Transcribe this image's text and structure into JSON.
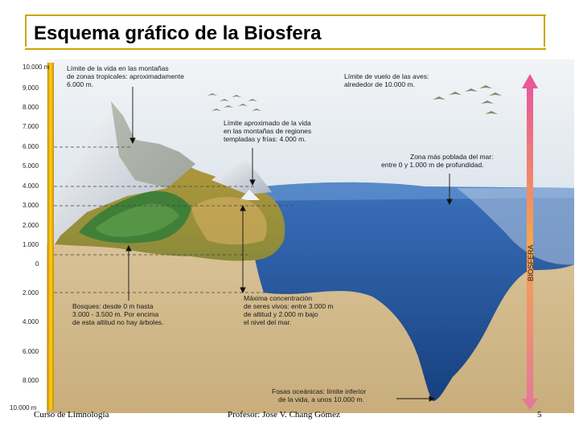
{
  "slide": {
    "title": "Esquema gráfico de la Biosfera",
    "page_number": "5",
    "footer_left": "Curso de Limnología",
    "footer_center": "Profesor: Jose V. Chang Gómez"
  },
  "diagram": {
    "altitude_scale_labels": [
      "10.000 m",
      "9.000",
      "8.000",
      "7.000",
      "6.000",
      "5.000",
      "4.000",
      "3.000",
      "2.000",
      "1.000",
      "0",
      "2.000",
      "4.000",
      "6.000",
      "8.000",
      "10.000 m"
    ],
    "biosfera_label": "BIOSFERA",
    "annotations": {
      "tropical_mountains": [
        "Límite de la vida en las montañas",
        "de zonas tropicales: aproximadamente",
        "6.000 m."
      ],
      "birds": [
        "Límite de vuelo de las aves:",
        "alrededor de 10.000 m."
      ],
      "temperate_mountains": [
        "Límite aproximado de la vida",
        "en las montañas de regiones",
        "templadas y frías: 4.000 m."
      ],
      "sea_zone": [
        "Zona más poblada del mar:",
        "entre 0 y 1.000 m de profundidad."
      ],
      "forests": [
        "Bosques: desde 0 m hasta",
        "3.000 - 3.500 m. Por encima",
        "de esta altitud no hay árboles."
      ],
      "max_concentration": [
        "Máxima concentración",
        "de seres vivos: entre 3.000 m",
        "de altitud y 2.000 m bajo",
        "el nivel del mar."
      ],
      "ocean_trenches": [
        "Fosas oceánicas: límite inferior",
        "de la vida, a unos 10.000 m."
      ]
    },
    "colors": {
      "sky": "#dfe7ee",
      "ground": "#d2b98a",
      "sea_deep": "#1f4f9e",
      "sea_light": "#4d86c8",
      "forest": "#3d7a35",
      "scale_bar": "#f2c200",
      "arrow_top": "#ec6aa8",
      "arrow_bottom": "#e98aa0"
    }
  }
}
